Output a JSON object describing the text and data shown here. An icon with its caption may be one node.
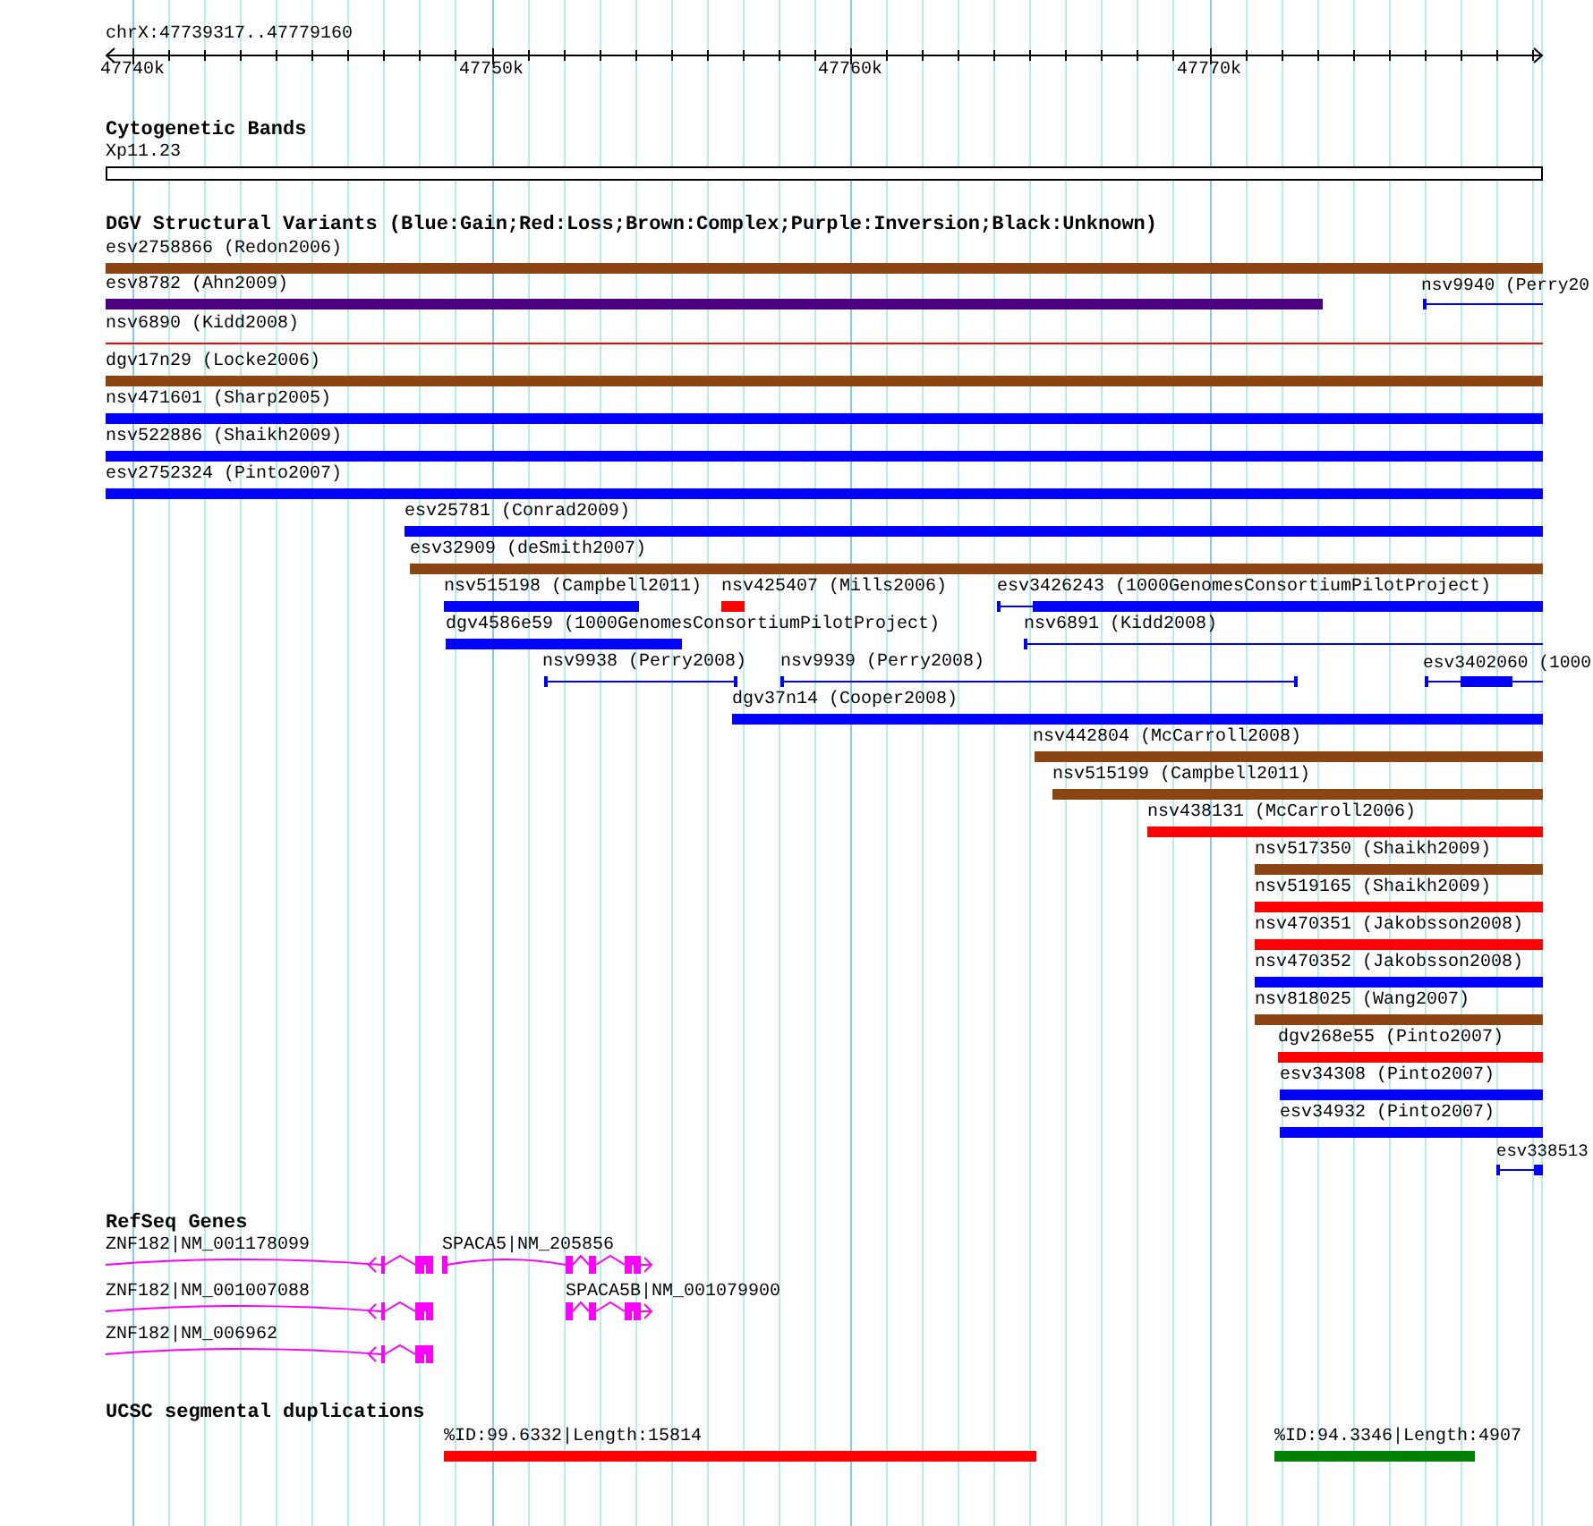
{
  "diagram": {
    "title": "chrX:47739317..47779160",
    "nodes": [
      {
        "text": [
          "Xp11.23"
        ]
      },
      {
        "text": [
          "esv2758866 (Redon2006)"
        ]
      },
      {
        "text": [
          "esv8782 (Ahn2009)"
        ]
      },
      {
        "text": [
          "nsv9940 (Perry20"
        ]
      },
      {
        "text": [
          "nsv6890 (Kidd2008)"
        ]
      },
      {
        "text": [
          "dgv17n29 (Locke2006)"
        ]
      },
      {
        "text": [
          "nsv471601 (Sharp2005)"
        ]
      },
      {
        "text": [
          "nsv522886 (Shaikh2009)"
        ]
      },
      {
        "text": [
          "esv2752324 (Pinto2007)"
        ]
      },
      {
        "text": [
          "esv25781 (Conrad2009)"
        ]
      },
      {
        "text": [
          "esv32909 (deSmith2007)"
        ]
      },
      {
        "text": [
          "nsv515198 (Campbell2011)"
        ]
      },
      {
        "text": [
          "nsv425407 (Mills2006)"
        ]
      },
      {
        "text": [
          "esv3426243 (1000GenomesConsortiumPilotProject)"
        ]
      },
      {
        "text": [
          "dgv4586e59 (1000GenomesConsortiumPilotProject)"
        ]
      },
      {
        "text": [
          "nsv6891 (Kidd2008)"
        ]
      },
      {
        "text": [
          "nsv9938 (Perry2008)"
        ]
      },
      {
        "text": [
          "nsv9939 (Perry2008)"
        ]
      },
      {
        "text": [
          "esv3402060 (1000"
        ]
      },
      {
        "text": [
          "dgv37n14 (Cooper2008)"
        ]
      },
      {
        "text": [
          "nsv442804 (McCarroll2008)"
        ]
      },
      {
        "text": [
          "nsv515199 (Campbell2011)"
        ]
      },
      {
        "text": [
          "nsv438131 (McCarroll2006)"
        ]
      },
      {
        "text": [
          "nsv517350 (Shaikh2009)"
        ]
      },
      {
        "text": [
          "nsv519165 (Shaikh2009)"
        ]
      },
      {
        "text": [
          "nsv470351 (Jakobsson2008)"
        ]
      },
      {
        "text": [
          "nsv470352 (Jakobsson2008)"
        ]
      },
      {
        "text": [
          "nsv818025 (Wang2007)"
        ]
      },
      {
        "text": [
          "dgv268e55 (Pinto2007)"
        ]
      },
      {
        "text": [
          "esv34308 (Pinto2007)"
        ]
      },
      {
        "text": [
          "esv34932 (Pinto2007)"
        ]
      },
      {
        "text": [
          "esv338513"
        ]
      },
      {
        "text": [
          "ZNF182|NM_001178099"
        ]
      },
      {
        "text": [
          "SPACA5|NM_205856"
        ]
      },
      {
        "text": [
          "ZNF182|NM_001007088"
        ]
      },
      {
        "text": [
          "SPACA5B|NM_001079900"
        ]
      },
      {
        "text": [
          "ZNF182|NM_006962"
        ]
      },
      {
        "text": [
          "%ID:99.6332|Length:15814"
        ]
      },
      {
        "text": [
          "%ID:94.3346|Length:4907"
        ]
      }
    ],
    "labels": [
      "47740k",
      "47750k",
      "47760k",
      "47770k",
      "Cytogenetic Bands",
      "DGV Structural Variants (Blue:Gain;Red:Loss;Brown:Complex;Purple:Inversion;Black:Unknown)",
      "RefSeq Genes",
      "UCSC segmental duplications"
    ]
  }
}
